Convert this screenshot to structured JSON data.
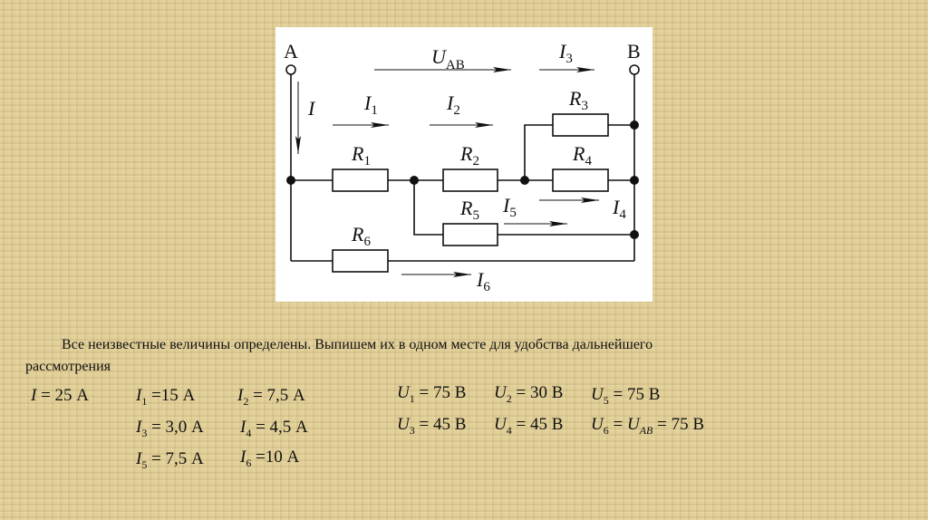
{
  "diagram": {
    "node_a": "A",
    "node_b": "B",
    "u_ab": {
      "var": "U",
      "sub": "AB"
    },
    "currents": {
      "i": {
        "var": "I",
        "sub": ""
      },
      "i1": {
        "var": "I",
        "sub": "1"
      },
      "i2": {
        "var": "I",
        "sub": "2"
      },
      "i3": {
        "var": "I",
        "sub": "3"
      },
      "i4": {
        "var": "I",
        "sub": "4"
      },
      "i5": {
        "var": "I",
        "sub": "5"
      },
      "i6": {
        "var": "I",
        "sub": "6"
      }
    },
    "resistors": {
      "r1": {
        "var": "R",
        "sub": "1"
      },
      "r2": {
        "var": "R",
        "sub": "2"
      },
      "r3": {
        "var": "R",
        "sub": "3"
      },
      "r4": {
        "var": "R",
        "sub": "4"
      },
      "r5": {
        "var": "R",
        "sub": "5"
      },
      "r6": {
        "var": "R",
        "sub": "6"
      }
    }
  },
  "text": {
    "line1": "Все неизвестные величины определены. Выпишем их в одном месте для удобства дальнейшего",
    "line2": "рассмотрения"
  },
  "results": {
    "i": {
      "var": "I",
      "sub": "",
      "value": " = 25 А"
    },
    "i1": {
      "var": "I",
      "sub": "1",
      "value": " =15 А"
    },
    "i2": {
      "var": "I",
      "sub": "2",
      "value": " = 7,5 А"
    },
    "i3": {
      "var": "I",
      "sub": "3",
      "value": " = 3,0 А"
    },
    "i4": {
      "var": "I",
      "sub": "4",
      "value": " = 4,5 А"
    },
    "i5": {
      "var": "I",
      "sub": "5",
      "value": " = 7,5 А"
    },
    "i6": {
      "var": "I",
      "sub": "6",
      "value": " =10 А"
    },
    "u1": {
      "var": "U",
      "sub": "1",
      "value": " = 75 В"
    },
    "u2": {
      "var": "U",
      "sub": "2",
      "value": " = 30 В"
    },
    "u5": {
      "var": "U",
      "sub": "5",
      "value": " = 75 В"
    },
    "u3": {
      "var": "U",
      "sub": "3",
      "value": " = 45 В"
    },
    "u4": {
      "var": "U",
      "sub": "4",
      "value": " = 45 В"
    },
    "u6": {
      "var": "U",
      "sub": "6",
      "mid": " = ",
      "var2": "U",
      "sub2": "AB",
      "value": " = 75 В"
    }
  }
}
